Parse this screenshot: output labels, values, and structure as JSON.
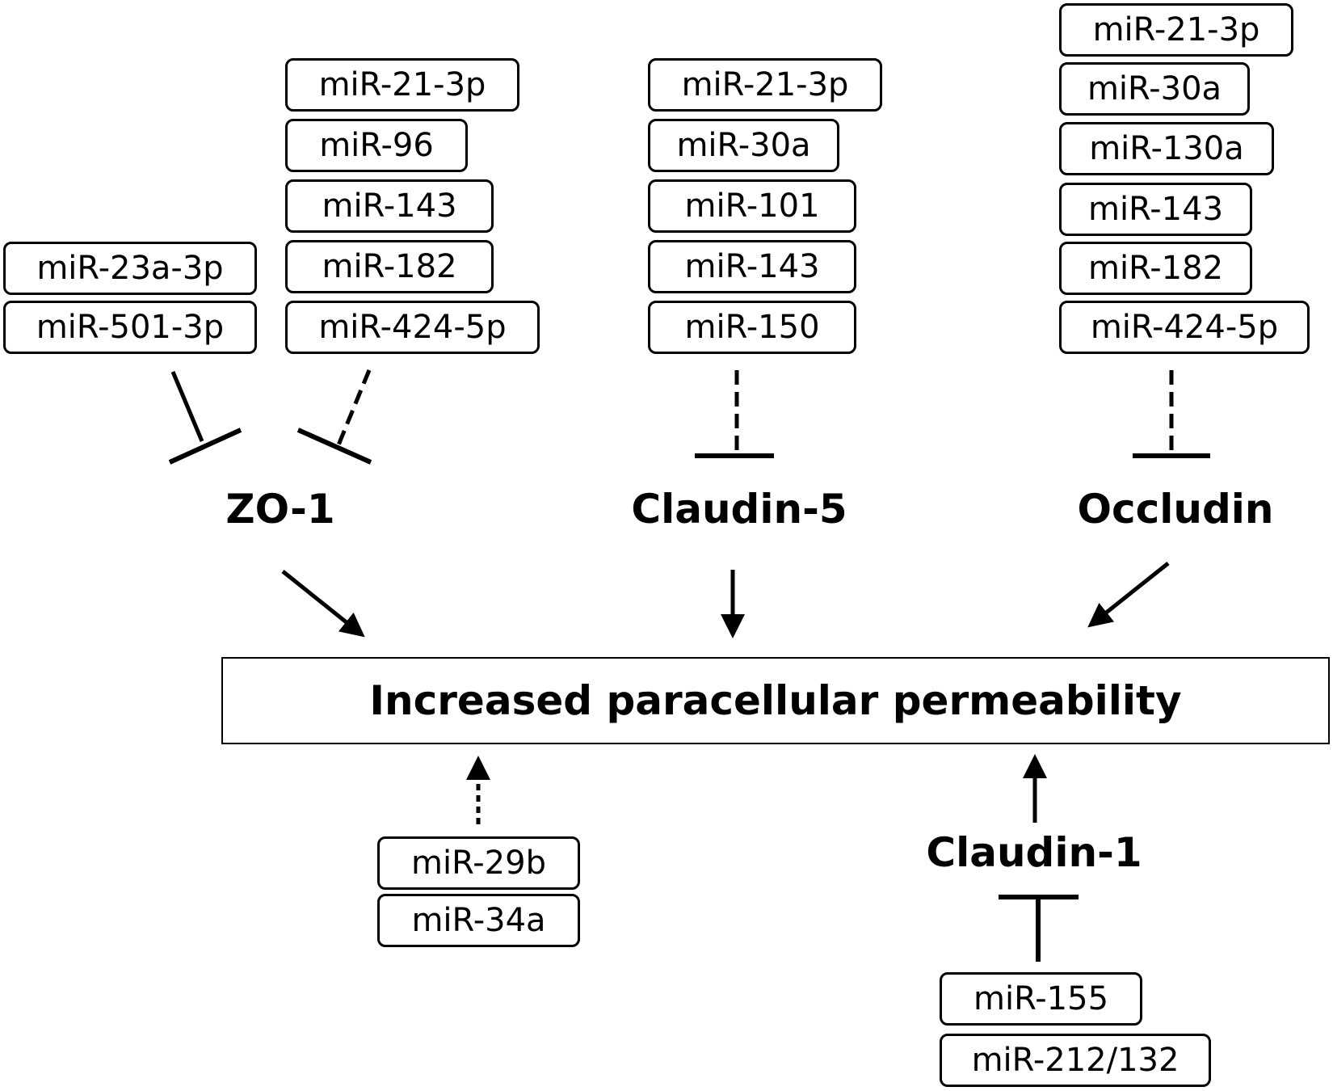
{
  "outcome": "Increased paracellular permeability",
  "proteins": {
    "zo1": "ZO-1",
    "claudin5": "Claudin-5",
    "occludin": "Occludin",
    "claudin1": "Claudin-1"
  },
  "mirna_groups": {
    "zo1_direct": [
      "miR-23a-3p",
      "miR-501-3p"
    ],
    "zo1_indirect": [
      "miR-21-3p",
      "miR-96",
      "miR-143",
      "miR-182",
      "miR-424-5p"
    ],
    "claudin5": [
      "miR-21-3p",
      "miR-30a",
      "miR-101",
      "miR-143",
      "miR-150"
    ],
    "occludin": [
      "miR-21-3p",
      "miR-30a",
      "miR-130a",
      "miR-143",
      "miR-182",
      "miR-424-5p"
    ],
    "permeability_indirect": [
      "miR-29b",
      "miR-34a"
    ],
    "claudin1": [
      "miR-155",
      "miR-212/132"
    ]
  }
}
